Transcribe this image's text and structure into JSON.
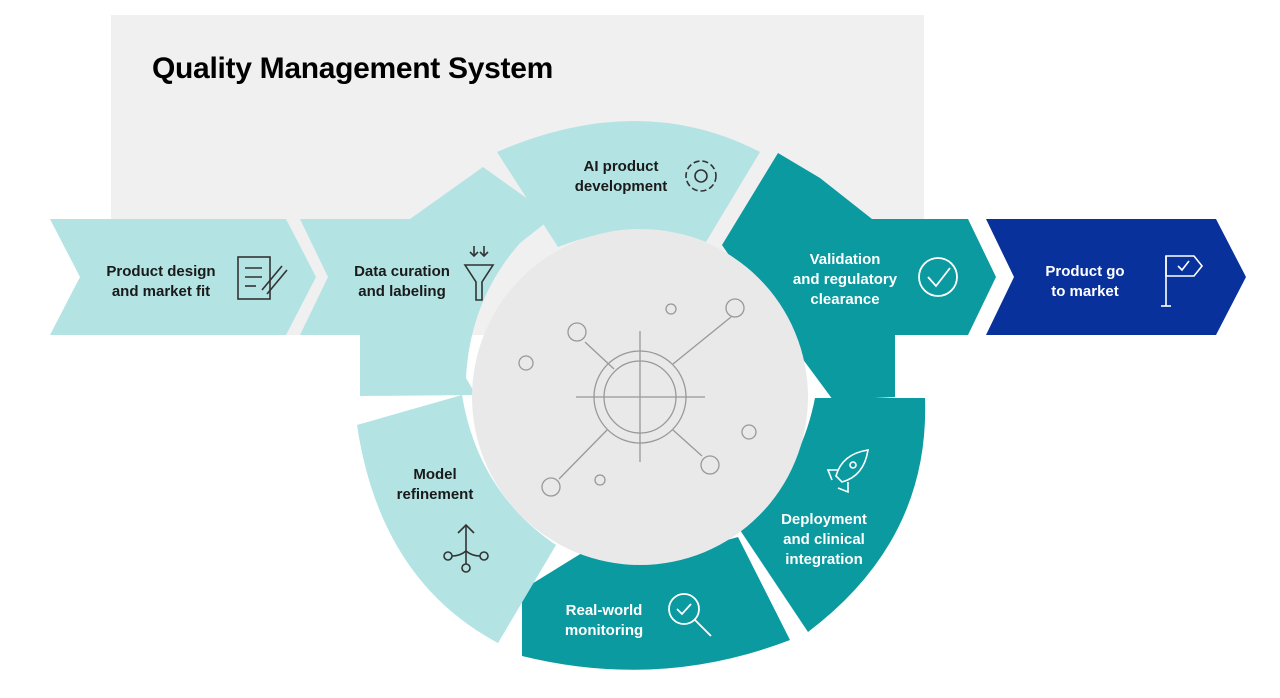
{
  "title": "Quality Management System",
  "colors": {
    "panel": "#f0f0f0",
    "light_teal": "#b3e3e3",
    "teal": "#0a9aa0",
    "navy": "#08319b",
    "hub": "#e9e9e9",
    "icon_stroke": "#333333"
  },
  "stages": {
    "product_design": {
      "label": "Product design\nand market fit",
      "icon": "document-edit-icon"
    },
    "data_curation": {
      "label": "Data curation\nand labeling",
      "icon": "funnel-icon"
    },
    "ai_development": {
      "label": "AI product\ndevelopment",
      "icon": "gear-icon"
    },
    "validation": {
      "label": "Validation\nand regulatory\nclearance",
      "icon": "check-circle-icon"
    },
    "go_to_market": {
      "label": "Product go\nto market",
      "icon": "flag-icon"
    },
    "deployment": {
      "label": "Deployment\nand clinical\nintegration",
      "icon": "rocket-icon"
    },
    "monitoring": {
      "label": "Real-world\nmonitoring",
      "icon": "magnifier-check-icon"
    },
    "refinement": {
      "label": "Model\nrefinement",
      "icon": "branch-arrow-icon"
    }
  }
}
